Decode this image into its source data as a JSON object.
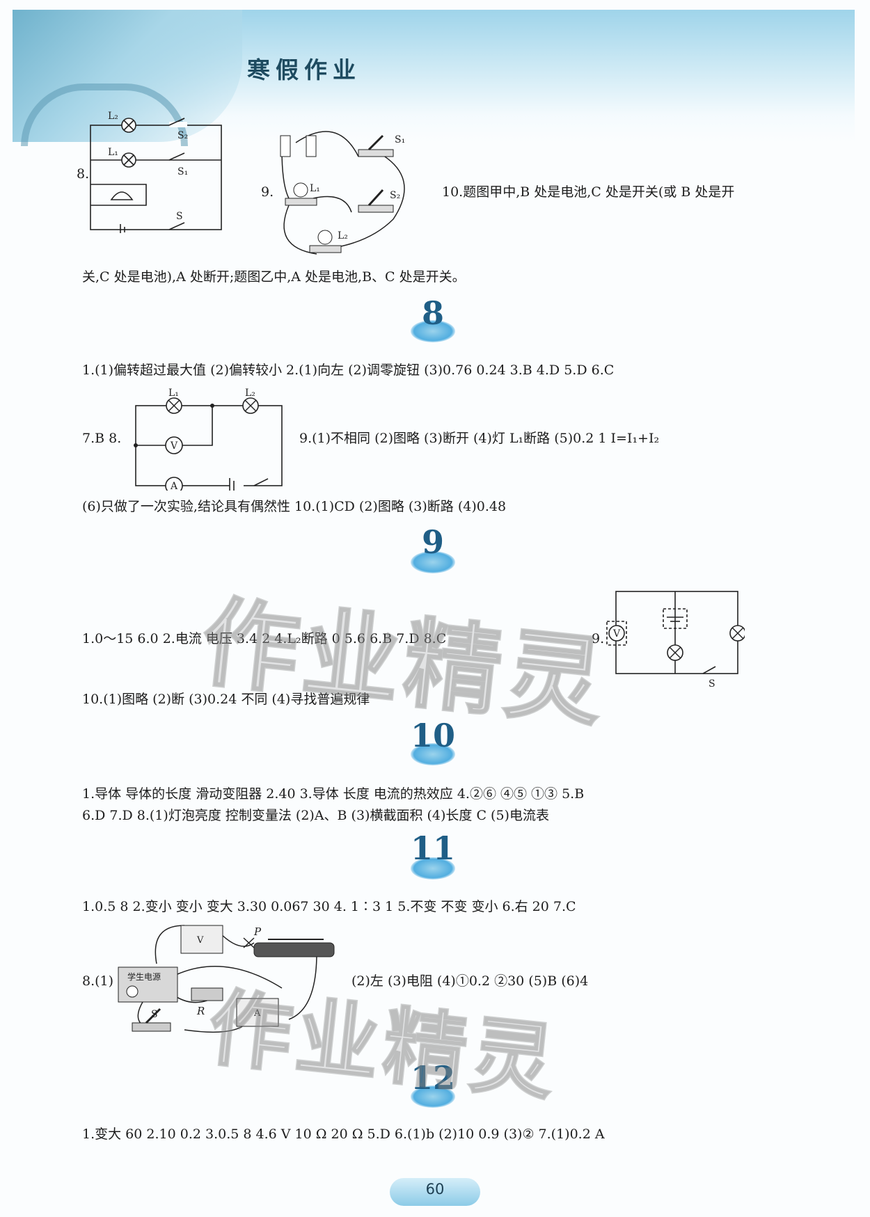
{
  "header": {
    "title": "寒假作业"
  },
  "section7": {
    "q8_label": "8.",
    "q9_label": "9.",
    "q10_line1": "10.题图甲中,B 处是电池,C 处是开关(或 B 处是开",
    "q10_line2": "关,C 处是电池),A 处断开;题图乙中,A 处是电池,B、C 处是开关。"
  },
  "section8": {
    "badge": "8",
    "line1": "1.(1)偏转超过最大值  (2)偏转较小  2.(1)向左  (2)调零旋钮  (3)0.76  0.24  3.B  4.D  5.D  6.C",
    "q7_label": "7.B  8.",
    "q9_text": "9.(1)不相同  (2)图略  (3)断开  (4)灯 L₁断路  (5)0.2  1  I=I₁+I₂",
    "line3": "(6)只做了一次实验,结论具有偶然性  10.(1)CD  (2)图略  (3)断路  (4)0.48"
  },
  "section9": {
    "badge": "9",
    "line1": "1.0～15  6.0  2.电流  电压  3.4  2  4.L₂断路  0  5.6  6.B  7.D  8.C",
    "q9_label": "9.",
    "line2": "10.(1)图略  (2)断  (3)0.24  不同  (4)寻找普遍规律"
  },
  "section10": {
    "badge": "10",
    "line1": "1.导体  导体的长度  滑动变阻器  2.40  3.导体  长度  电流的热效应  4.②⑥  ④⑤  ①③  5.B",
    "line2": "6.D  7.D  8.(1)灯泡亮度  控制变量法  (2)A、B  (3)横截面积  (4)长度  C  (5)电流表"
  },
  "section11": {
    "badge": "11",
    "line1": "1.0.5  8  2.变小  变小  变大  3.30  0.067  30  4. 1∶3  1  5.不变  不变  变小  6.右  20  7.C",
    "q8_label": "8.(1)",
    "q8_rest": "(2)左  (3)电阻  (4)①0.2  ②30  (5)B  (6)4"
  },
  "section12": {
    "badge": "12",
    "line1": "1.变大  60  2.10  0.2  3.0.5  8  4.6 V  10 Ω  20 Ω  5.D  6.(1)b  (2)10  0.9  (3)②  7.(1)0.2 A"
  },
  "diagram_labels": {
    "L1": "L₁",
    "L2": "L₂",
    "S": "S",
    "S1": "S₁",
    "S2": "S₂",
    "V": "V",
    "A": "A",
    "P": "P",
    "R": "R",
    "power": "学生电源"
  },
  "watermark": "作业精灵",
  "footer": {
    "page_number": "60"
  }
}
